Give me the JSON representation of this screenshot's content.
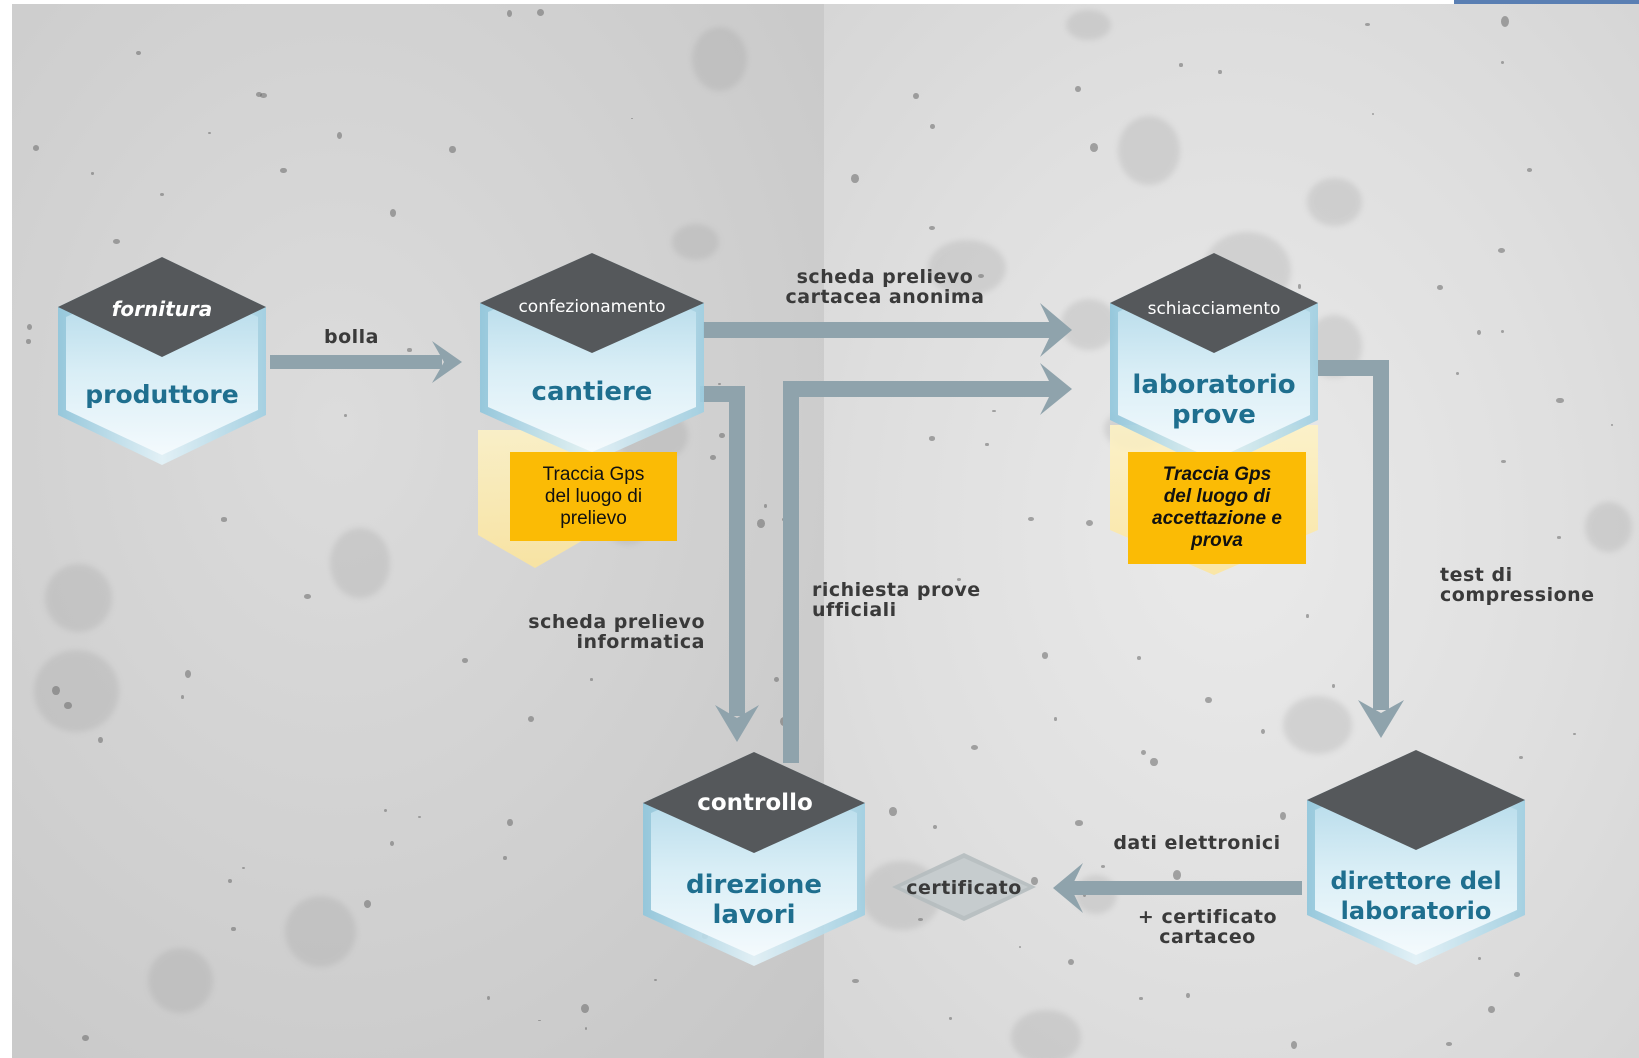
{
  "colors": {
    "hex_cap": "#55585b",
    "hex_body_top": "#b8dcea",
    "hex_body_bottom": "#eef7fb",
    "hex_text": "#1f6f8f",
    "arrow": "#8fa3ac",
    "gps_box": "#fbbb05",
    "gps_glow": "#fff0b8"
  },
  "nodes": {
    "produttore": {
      "cap": "fornitura",
      "name": "produttore"
    },
    "cantiere": {
      "cap": "confezionamento",
      "name": "cantiere",
      "gps": "Traccia Gps del luogo di prelievo"
    },
    "laboratorio": {
      "cap": "schiacciamento",
      "name_line1": "laboratorio",
      "name_line2": "prove",
      "gps": "Traccia Gps del luogo di accettazione e prova"
    },
    "direzione": {
      "cap": "controllo",
      "name_line1": "direzione",
      "name_line2": "lavori"
    },
    "direttore": {
      "name_line1": "direttore del",
      "name_line2": "laboratorio"
    },
    "certificato": {
      "name": "certificato"
    }
  },
  "edges": {
    "bolla": "bolla",
    "scheda_anonima_l1": "scheda prelievo",
    "scheda_anonima_l2": "cartacea anonima",
    "scheda_informatica_l1": "scheda prelievo",
    "scheda_informatica_l2": "informatica",
    "richiesta_l1": "richiesta prove",
    "richiesta_l2": "ufficiali",
    "test_l1": "test di",
    "test_l2": "compressione",
    "dati": "dati elettronici",
    "cert_cartaceo_l1": "+ certificato",
    "cert_cartaceo_l2": "cartaceo"
  }
}
